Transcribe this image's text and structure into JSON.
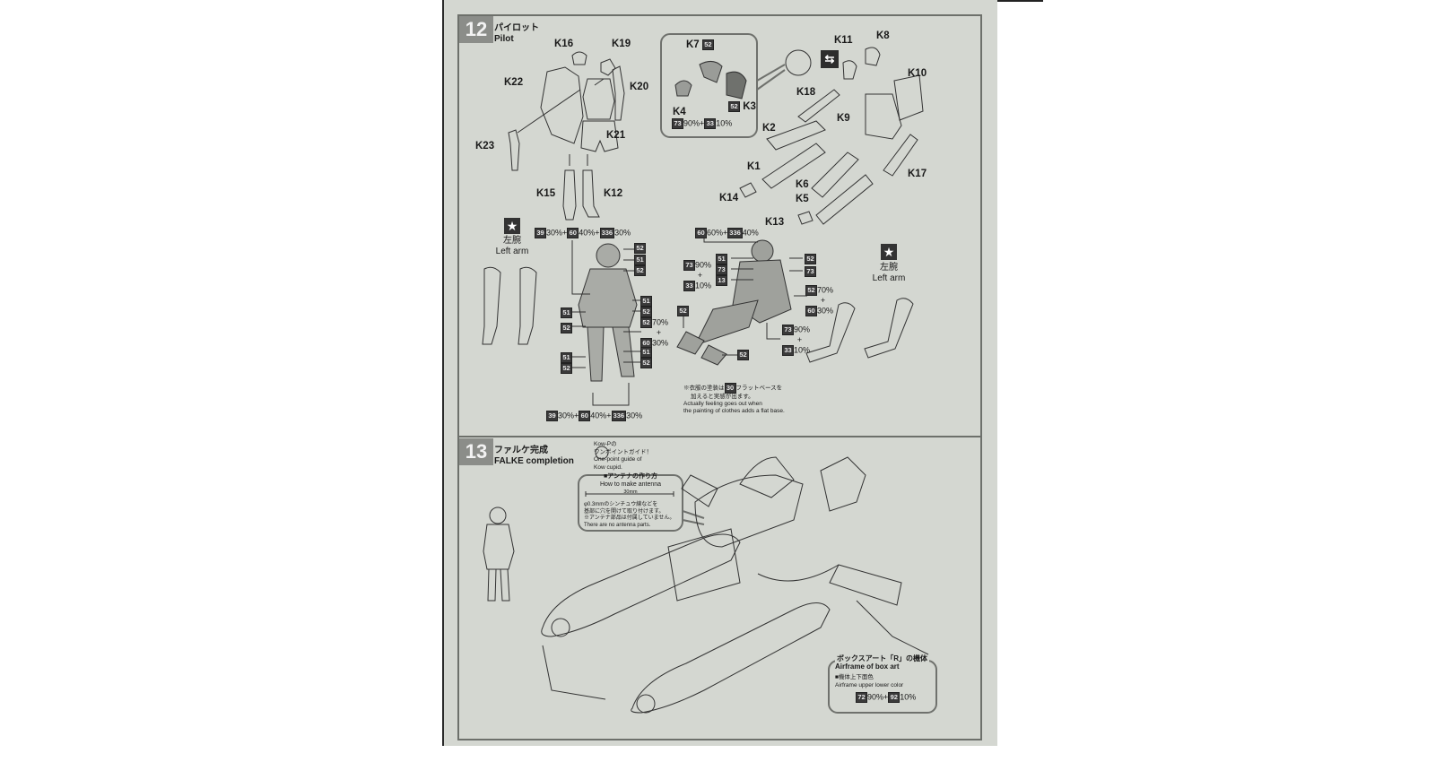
{
  "document": {
    "type": "model kit assembly instructions",
    "page_color": "#d4d7d1",
    "frame_color": "#6d706b"
  },
  "step12": {
    "number": "12",
    "title_jp": "パイロット",
    "title_en": "Pilot",
    "parts": {
      "k16": "K16",
      "k19": "K19",
      "k22": "K22",
      "k20": "K20",
      "k23": "K23",
      "k21": "K21",
      "k15": "K15",
      "k12": "K12",
      "k7": "K7",
      "k4": "K4",
      "k3": "K3",
      "k11": "K11",
      "k8": "K8",
      "k10": "K10",
      "k18": "K18",
      "k9": "K9",
      "k2": "K2",
      "k1": "K1",
      "k17": "K17",
      "k6": "K6",
      "k14": "K14",
      "k5": "K5",
      "k13": "K13"
    },
    "helmet_inset": {
      "k7_color": "52",
      "k3_color": "52",
      "k4_mix": {
        "c1": "73",
        "p1": "90%",
        "plus": "+",
        "c2": "33",
        "p2": "10%"
      }
    },
    "swap_icon": "swap-arrows-icon",
    "left_arm_label_left": {
      "jp": "左腕",
      "en": "Left arm",
      "icon": "star-icon"
    },
    "left_arm_label_right": {
      "jp": "左腕",
      "en": "Left arm",
      "icon": "star-icon"
    },
    "standing_figure": {
      "top_mix": {
        "c1": "39",
        "p1": "30%",
        "plus1": "+",
        "c2": "60",
        "p2": "40%",
        "plus2": "+",
        "c3": "336",
        "p3": "30%"
      },
      "bottom_mix": {
        "c1": "39",
        "p1": "30%",
        "plus1": "+",
        "c2": "60",
        "p2": "40%",
        "plus2": "+",
        "c3": "336",
        "p3": "30%"
      },
      "right_codes": [
        "52",
        "51",
        "52",
        "51",
        "52"
      ],
      "right_mix": {
        "c1": "52",
        "p1": "70%",
        "plus": "+",
        "c2": "60",
        "p2": "30%"
      },
      "right_codes_lower": [
        "51",
        "52"
      ],
      "left_codes": [
        "51",
        "52",
        "51",
        "52"
      ]
    },
    "seated_figure": {
      "top_mix": {
        "c1": "60",
        "p1": "60%",
        "plus": "+",
        "c2": "336",
        "p2": "40%"
      },
      "left_mix": {
        "c1": "73",
        "p1": "90%",
        "plus": "+",
        "c2": "33",
        "p2": "10%"
      },
      "left_codes": [
        "51",
        "73",
        "13"
      ],
      "right_codes": [
        "52",
        "73"
      ],
      "right_mix": {
        "c1": "52",
        "p1": "70%",
        "plus": "+",
        "c2": "60",
        "p2": "30%"
      },
      "boot_code_left": "52",
      "boot_code_bottom": "52",
      "lower_mix": {
        "c1": "73",
        "p1": "90%",
        "plus": "+",
        "c2": "33",
        "p2": "10%"
      }
    },
    "note": {
      "jp_line1_pre": "※衣服の塗装は",
      "jp_code": "30",
      "jp_line1_post": "フラットベースを",
      "jp_line2": "加えると実感が出ます。",
      "en_line1": "Actually feeling goes out when",
      "en_line2": "the painting of clothes adds a flat base."
    }
  },
  "step13": {
    "number": "13",
    "title_jp": "ファルケ完成",
    "title_en": "FALKE completion",
    "guide": {
      "mascot_jp": "Kow-Pの",
      "mascot_jp2": "ワンポイントガイド！",
      "mascot_en1": "One-point guide of",
      "mascot_en2": "Kow cupid.",
      "heading_jp": "■アンテナの作り方",
      "heading_en": "How to make antenna",
      "length": "30mm",
      "line1": "φ0.3mmのシンチュウ線などを",
      "line2": "基部に穴を開けて取り付けます。",
      "line3": "※アンテナ部品は付属していません。",
      "line4": "There are no antenna parts."
    },
    "box_art": {
      "title_jp": "ボックスアート「R」の機体",
      "title_en": "Airframe of box art",
      "sub_jp": "■機体上下面色",
      "sub_en": "Airframe upper lower color",
      "mix": {
        "c1": "72",
        "p1": "90%",
        "plus": "+",
        "c2": "92",
        "p2": "10%"
      }
    }
  }
}
